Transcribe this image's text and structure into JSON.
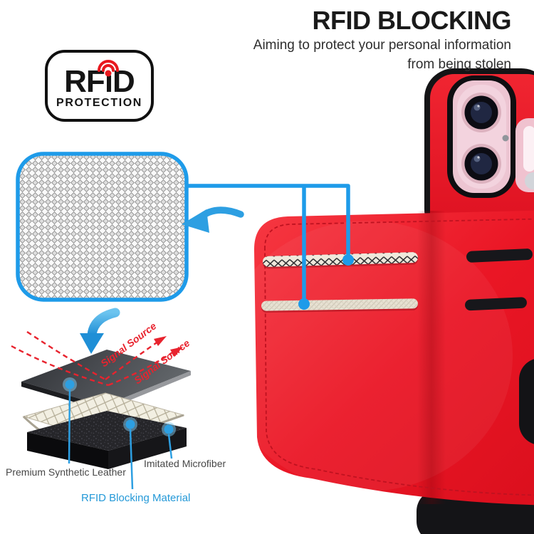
{
  "page": {
    "type": "product-marketing-image",
    "background": "#ffffff"
  },
  "header": {
    "title": "RFID BLOCKING",
    "subtitle_line1": "Aiming to protect your personal information",
    "subtitle_line2": "from being stolen"
  },
  "badge": {
    "word": "RFID",
    "part1": "RF",
    "i_char": "ı",
    "part2": "D",
    "line2": "PROTECTION"
  },
  "labels": {
    "signal_source": "Signal Source",
    "leather": "Premium Synthetic Leather",
    "microfiber": "Imitated Microfiber",
    "blocking": "RFID Blocking Material"
  },
  "colors": {
    "accent_blue": "#1e9be9",
    "arrow_blue": "#2d9fe2",
    "case_red": "#ed1c2a",
    "signal_red": "#e8232e",
    "blocking_label_blue": "#2499d8",
    "badge_outline": "#101010",
    "phone_pink": "#eec4d2",
    "camera_black": "#0d0d12",
    "title_black": "#1a1a1a"
  },
  "icons": {
    "wifi_signal_icon": "two red arcs over red dot",
    "curved_arrow_left_icon": "blue swoosh arrow pointing left",
    "curved_arrow_down_icon": "blue swoosh arrow pointing down",
    "callout_dot_icon": "blue filled circle with halo"
  }
}
